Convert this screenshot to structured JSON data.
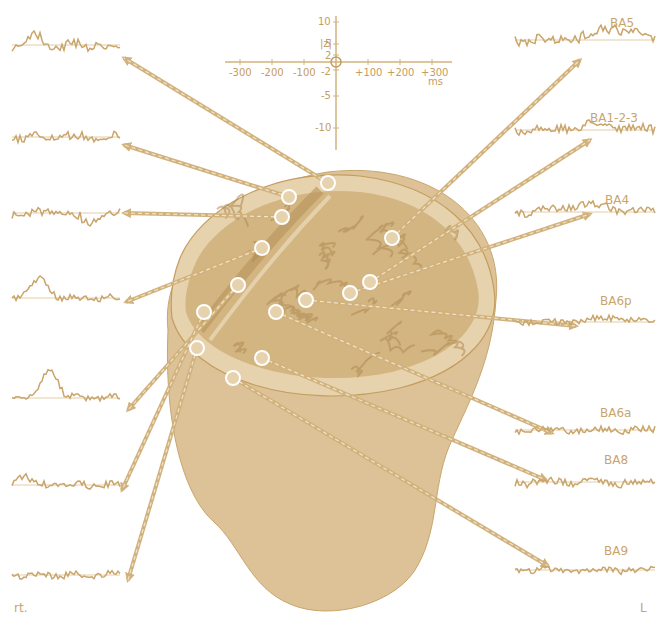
{
  "diagram": {
    "labels": [
      "|z|",
      "10",
      "5",
      "2",
      "-2",
      "-5",
      "-10",
      "-300",
      "-200",
      "-100",
      "+100",
      "+200",
      "+300",
      "ms",
      "BA5",
      "BA1-2-3",
      "BA4",
      "BA6p",
      "BA6a",
      "BA8",
      "BA9",
      "rt.",
      "L"
    ]
  }
}
